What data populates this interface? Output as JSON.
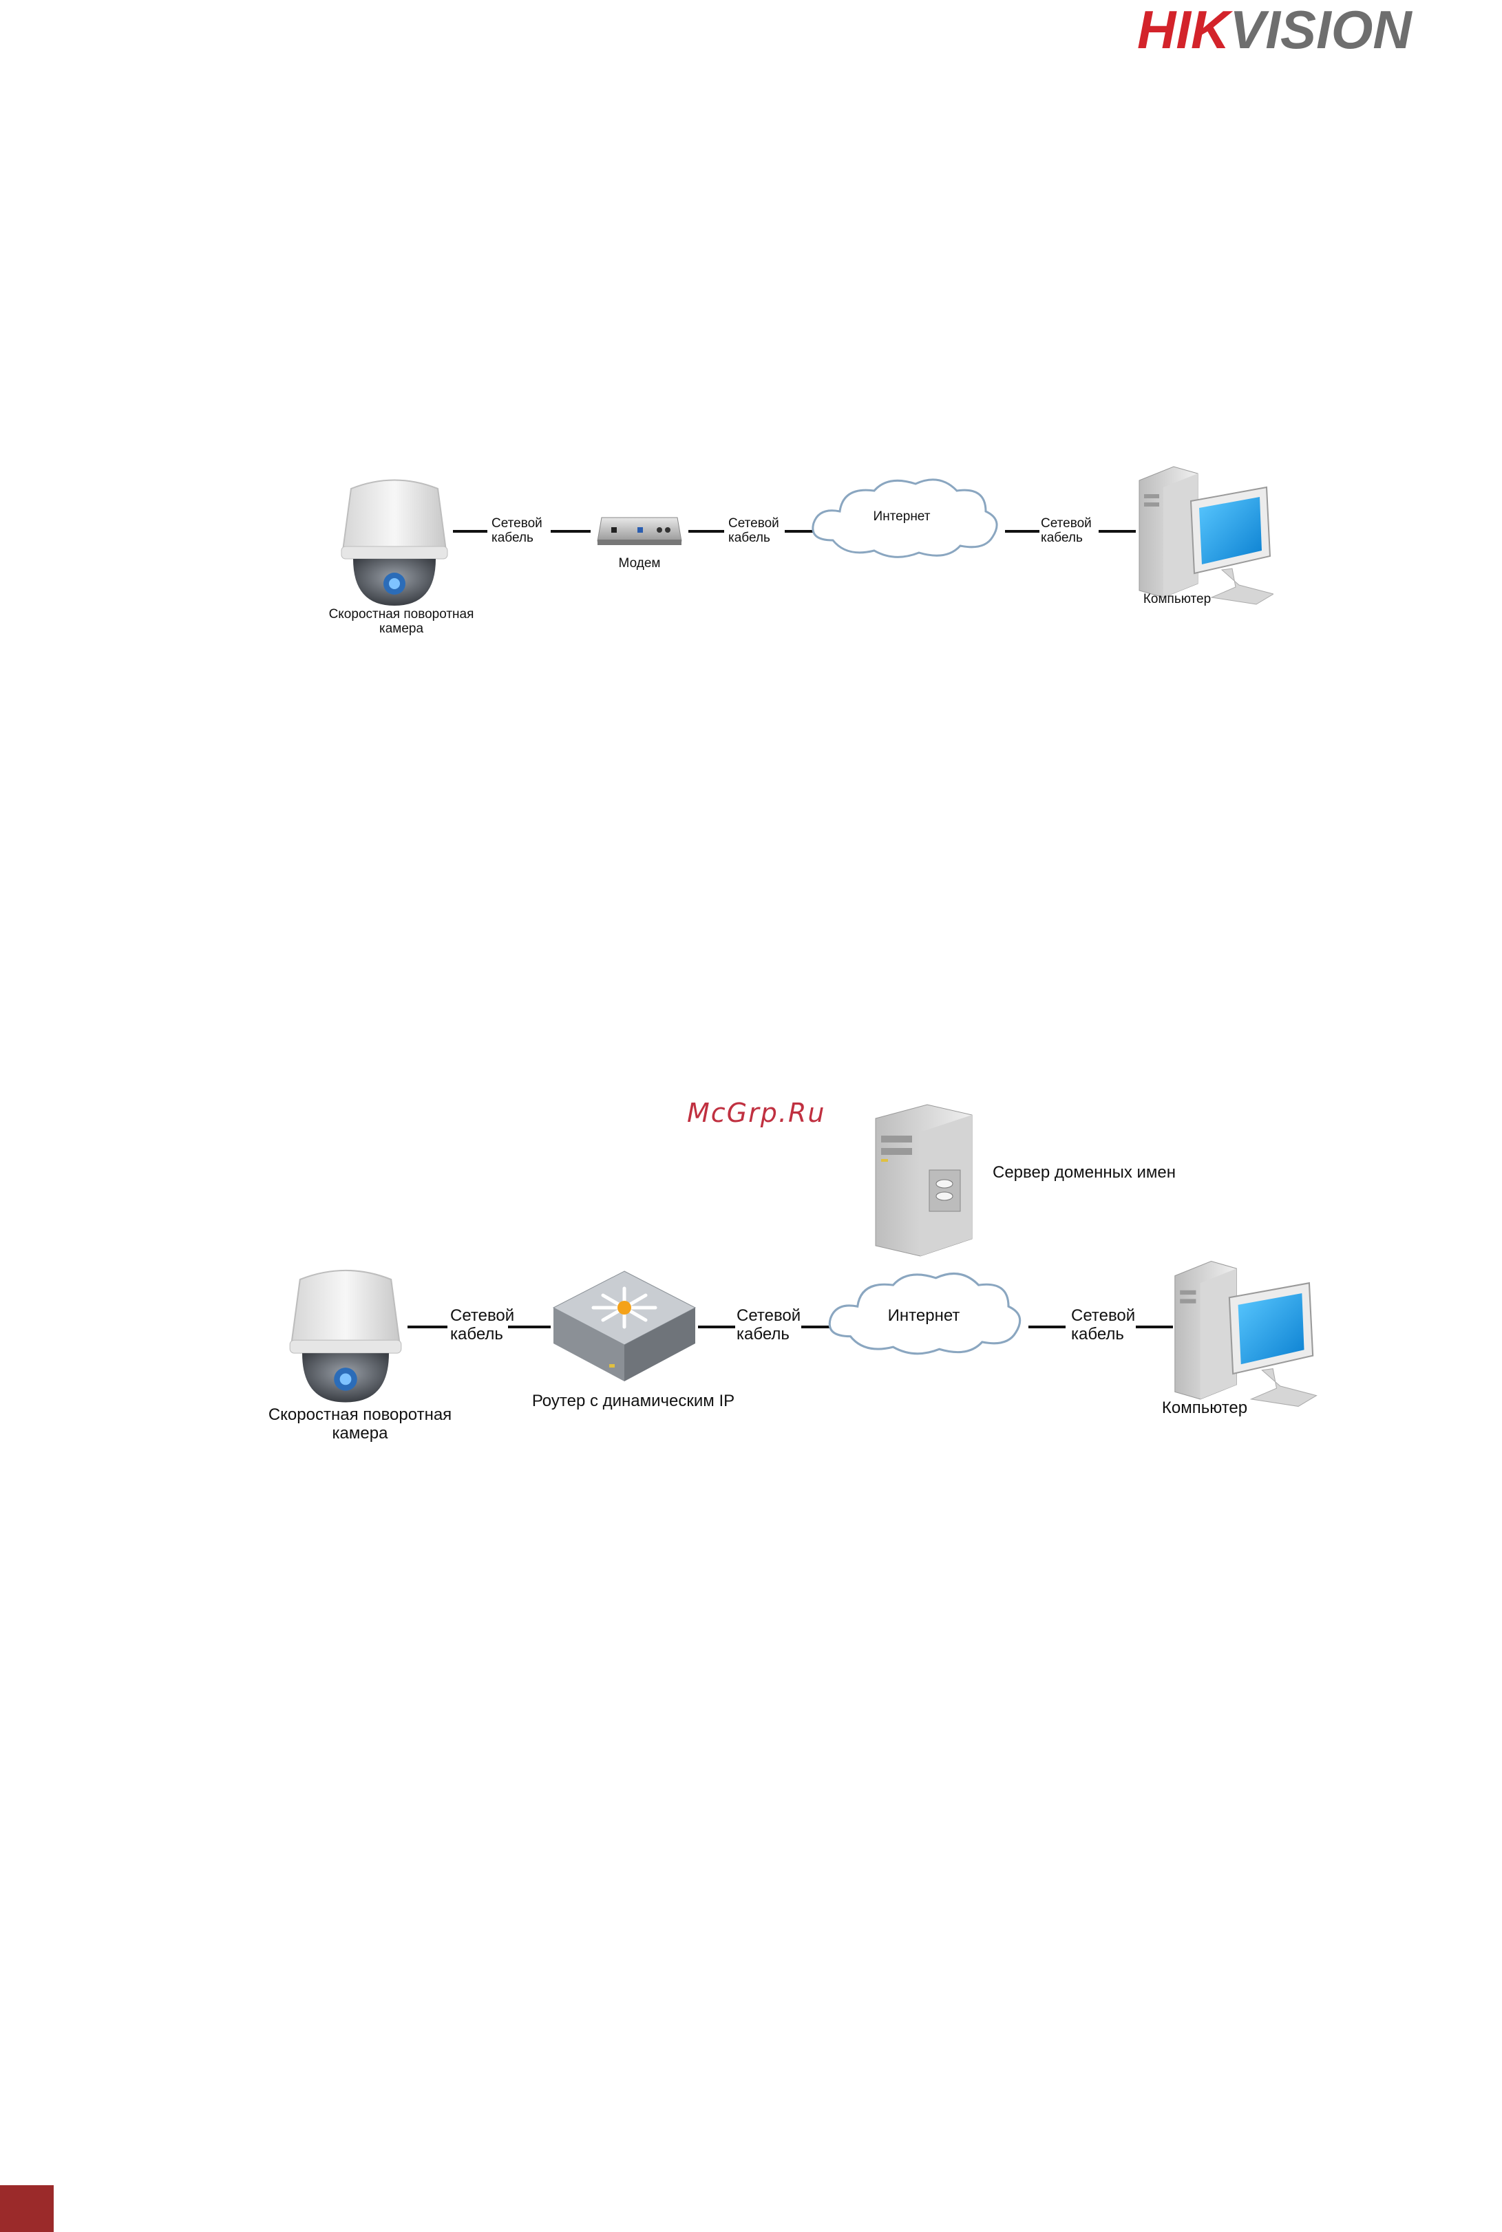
{
  "brand": {
    "logo_text": "HIKVISION",
    "logo_red_part": "HIK",
    "logo_grey_part": "VISION",
    "colors": {
      "red": "#d3232a",
      "grey": "#6e6e6e"
    }
  },
  "watermark": "McGrp.Ru",
  "diagram1": {
    "camera_label": "Скоростная поворотная камера",
    "cable1": "Сетевой кабель",
    "modem_label": "Модем",
    "cable2": "Сетевой кабель",
    "internet_label": "Интернет",
    "cable3": "Сетевой кабель",
    "computer_label": "Компьютер"
  },
  "diagram2": {
    "dns_label": "Сервер доменных имен",
    "camera_label": "Скоростная поворотная камера",
    "cable1": "Сетевой кабель",
    "router_label": "Роутер с динамическим IP",
    "cable2": "Сетевой кабель",
    "internet_label": "Интернет",
    "cable3": "Сетевой кабель",
    "computer_label": "Компьютер"
  },
  "icons": [
    "speed-dome-camera-icon",
    "modem-icon",
    "internet-cloud-icon",
    "computer-icon",
    "router-icon",
    "server-icon"
  ]
}
